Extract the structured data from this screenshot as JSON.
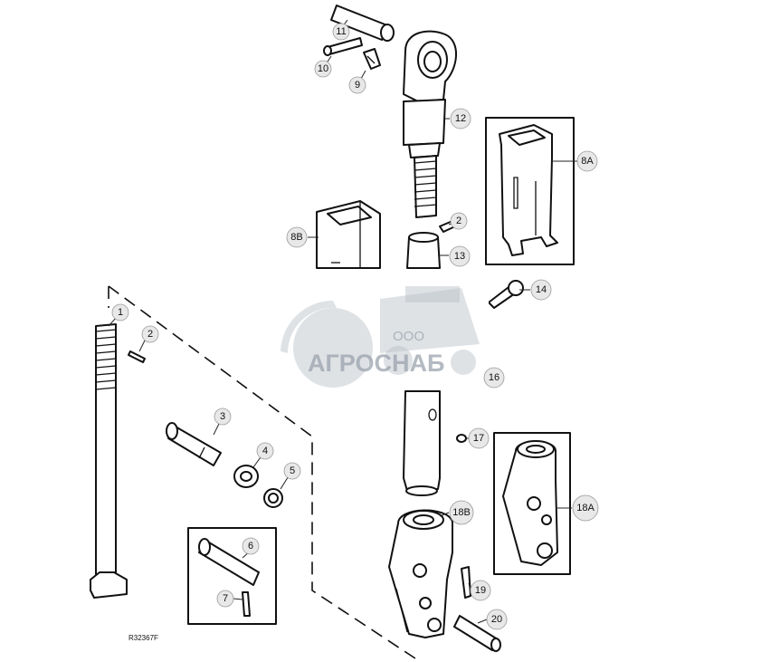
{
  "diagram": {
    "ref_code": "R32367F",
    "callouts": [
      "11",
      "10",
      "9",
      "12",
      "8A",
      "8B",
      "2",
      "13",
      "14",
      "1",
      "2",
      "16",
      "3",
      "17",
      "4",
      "5",
      "18B",
      "18A",
      "6",
      "19",
      "7",
      "20"
    ]
  },
  "watermark": {
    "line1": "ООО",
    "line2": "АГРОСНАБ"
  }
}
